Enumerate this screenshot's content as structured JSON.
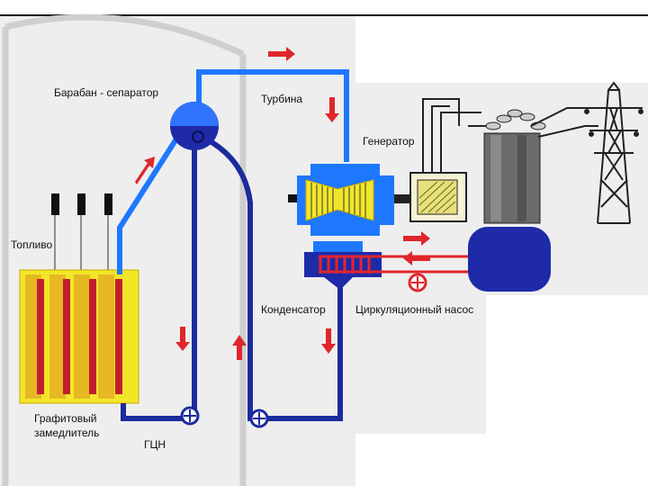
{
  "labels": {
    "drum_separator": "Барабан - сепаратор",
    "turbine": "Турбина",
    "generator": "Генератор",
    "fuel": "Топливо",
    "condenser": "Конденсатор",
    "circulation_pump": "Циркуляционный насос",
    "graphite_line1": "Графитовый",
    "graphite_line2": "замедлитель",
    "main_pump": "ГЦН"
  },
  "colors": {
    "background": "#ffffff",
    "panel": "#eeeeee",
    "reactor_wall": "#d8d8d8",
    "steam_pipe": "#1e78ff",
    "water_pipe": "#1c2b9c",
    "vessel": "#1f2aa8",
    "flow_arrow": "#e0262a",
    "fuel_rod": "#c01f2e",
    "fuel_block": "#f2e629",
    "turbine_rotor": "#f2e629",
    "generator_body": "#e8e07a",
    "transformer": "#555555",
    "pylon": "#222222"
  },
  "icons": [
    "flow-arrow-icon",
    "pump-icon",
    "power-pylon-icon",
    "transformer-icon"
  ]
}
